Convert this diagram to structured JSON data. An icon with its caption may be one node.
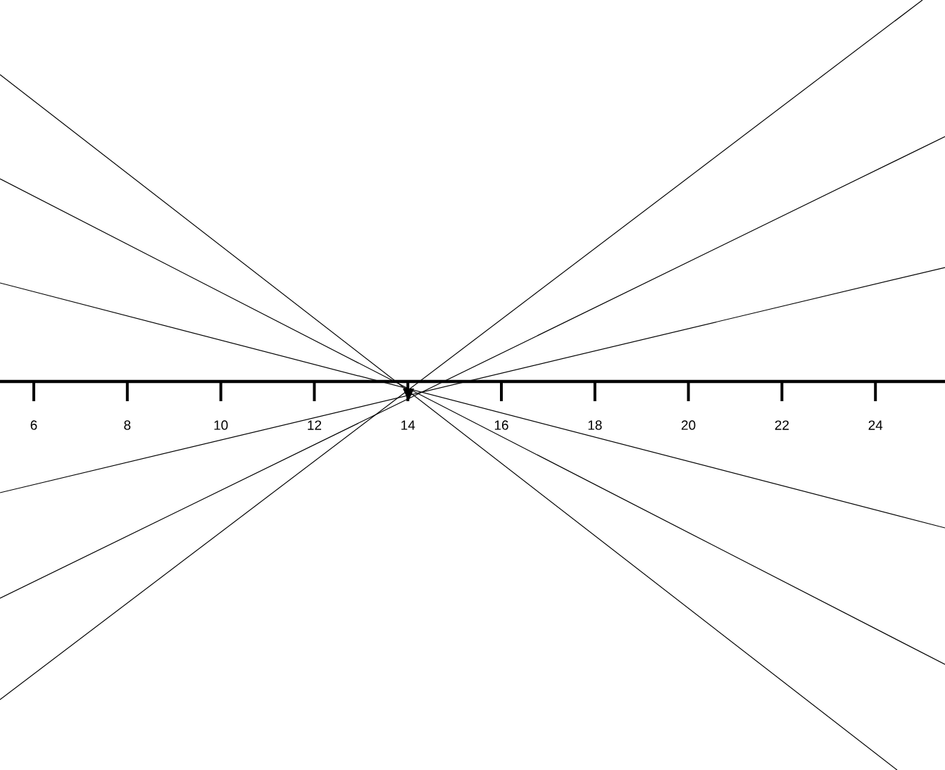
{
  "diagram": {
    "labels": [
      "6",
      "8",
      "10",
      "12",
      "14",
      "16",
      "18",
      "20",
      "22",
      "24"
    ]
  }
}
